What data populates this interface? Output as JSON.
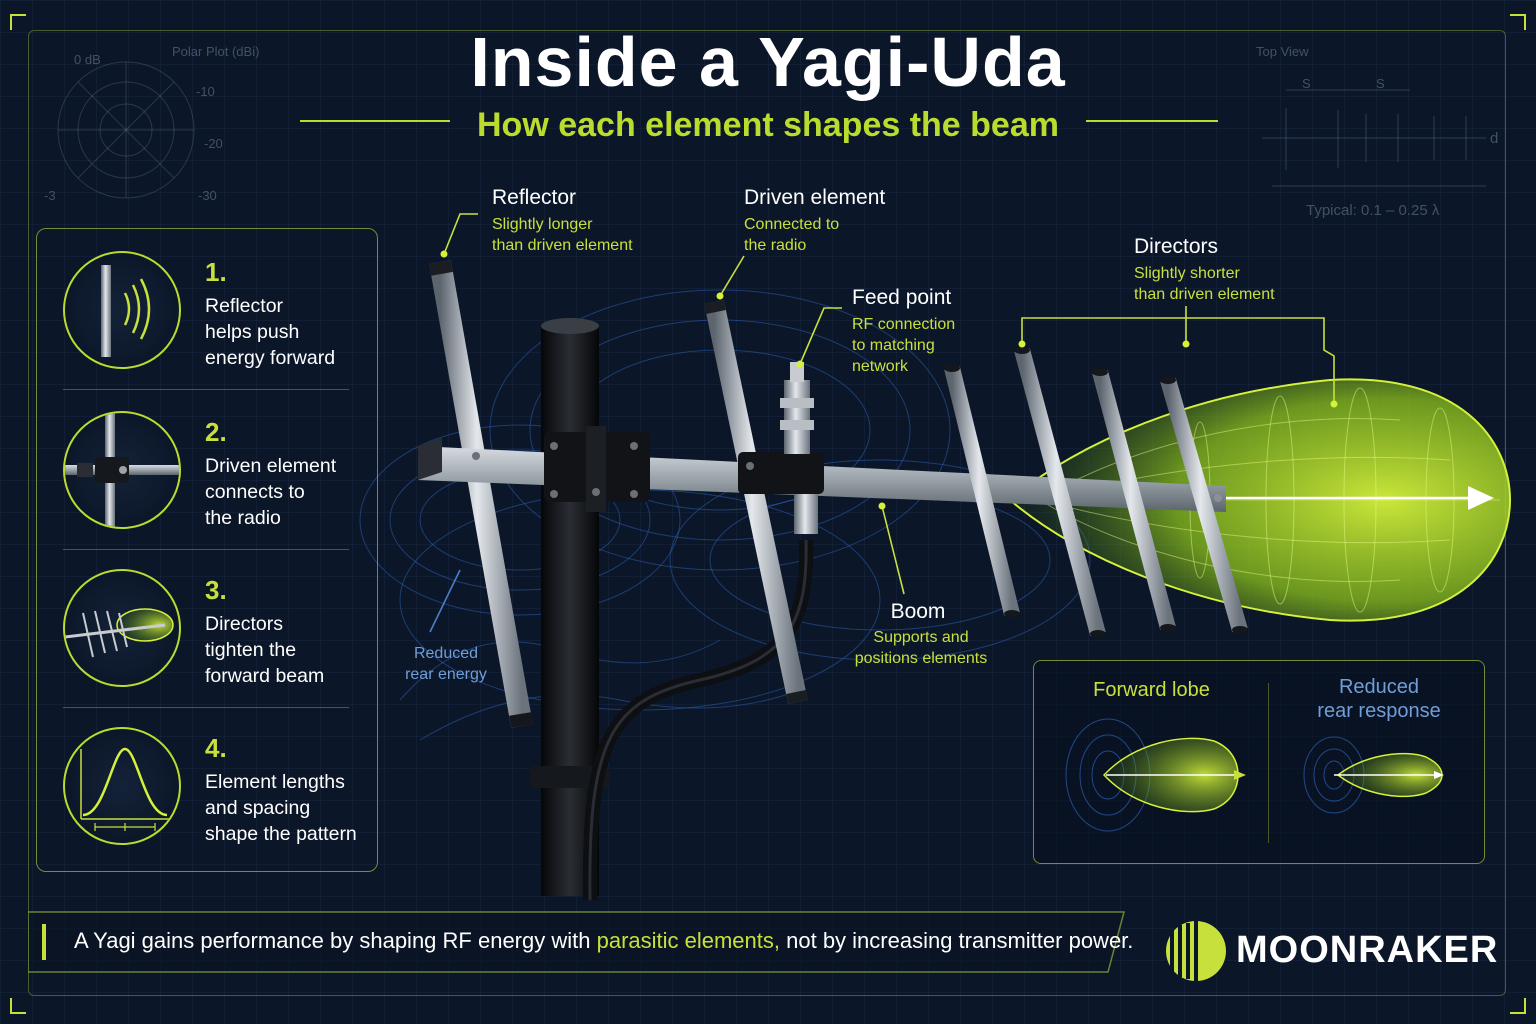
{
  "header": {
    "title": "Inside a Yagi-Uda",
    "subtitle": "How each element shapes the beam"
  },
  "background": {
    "polar_title": "Polar Plot (dBi)",
    "polar_ticks": [
      "0 dB",
      "-10",
      "-20",
      "-30",
      "-3"
    ],
    "top_view_title": "Top View",
    "spacing_labels": [
      "S",
      "S"
    ],
    "spacing_end": "d",
    "typical_spacing": "Typical: 0.1 – 0.25 λ"
  },
  "steps": [
    {
      "number": "1.",
      "lines": [
        "Reflector",
        "helps push",
        "energy forward"
      ],
      "icon": "reflector-icon"
    },
    {
      "number": "2.",
      "lines": [
        "Driven element",
        "connects to",
        "the radio"
      ],
      "icon": "driven-element-icon"
    },
    {
      "number": "3.",
      "lines": [
        "Directors",
        "tighten the",
        "forward beam"
      ],
      "icon": "directors-beam-icon"
    },
    {
      "number": "4.",
      "lines": [
        "Element lengths",
        "and spacing",
        "shape the pattern"
      ],
      "icon": "pattern-curve-icon"
    }
  ],
  "callouts": {
    "reflector": {
      "title": "Reflector",
      "desc": [
        "Slightly longer",
        "than driven element"
      ]
    },
    "driven": {
      "title": "Driven element",
      "desc": [
        "Connected to",
        "the radio"
      ]
    },
    "feed": {
      "title": "Feed point",
      "desc": [
        "RF connection",
        "to matching",
        "network"
      ]
    },
    "directors": {
      "title": "Directors",
      "desc": [
        "Slightly shorter",
        "than driven element"
      ]
    },
    "boom": {
      "title": "Boom",
      "desc": [
        "Supports and",
        "positions elements"
      ]
    },
    "rear": {
      "lines": [
        "Reduced",
        "rear energy"
      ]
    }
  },
  "inset": {
    "forward_label": "Forward lobe",
    "rear_label": [
      "Reduced",
      "rear response"
    ]
  },
  "footer": {
    "text_before": "A Yagi gains performance by shaping RF energy with ",
    "text_highlight": "parasitic elements,",
    "text_after": " not by increasing transmitter power."
  },
  "brand": {
    "name": "MOONRAKER"
  },
  "colors": {
    "background": "#0b1628",
    "accent_green": "#c8e03c",
    "accent_blue": "#6f9ed8",
    "text": "#ffffff"
  }
}
